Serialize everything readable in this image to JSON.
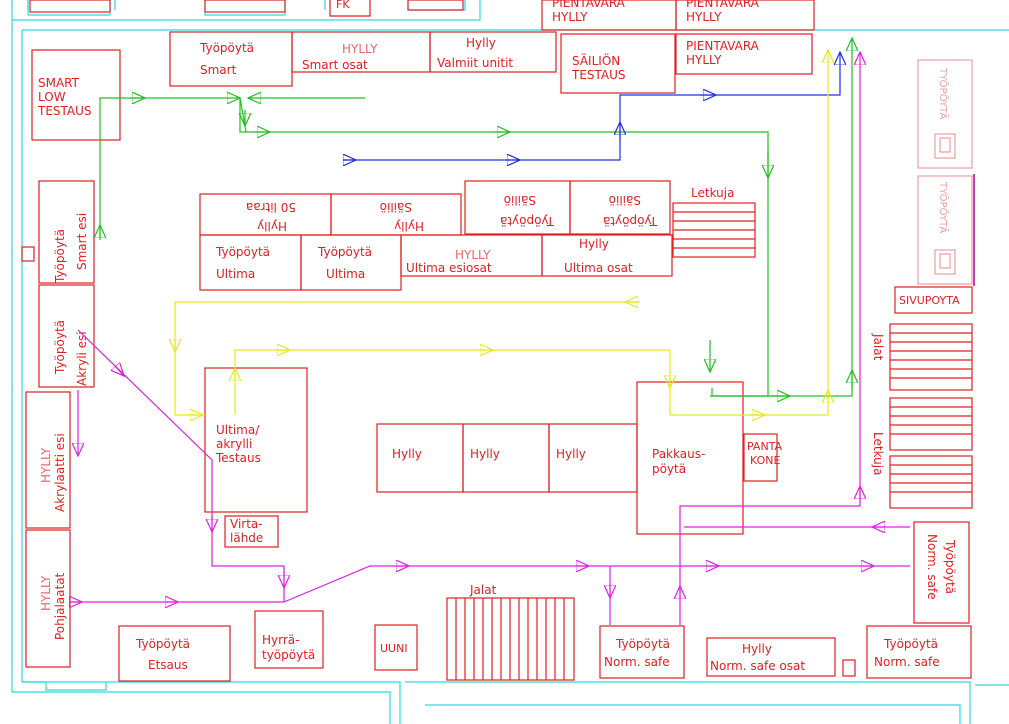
{
  "colors": {
    "wall": "#30d8e0",
    "furniture": "#e02020",
    "flow_green": "#20c020",
    "flow_blue": "#2030e0",
    "flow_yellow": "#e8e820",
    "flow_magenta": "#e020e0",
    "pale": "#e8a0a0"
  },
  "labels": {
    "pientavara_top1": [
      "PIENTAVARA",
      "HYLLY"
    ],
    "pientavara_top2": [
      "PIENTAVARA",
      "HYLLY"
    ],
    "pientavara_mid": [
      "PIENTAVARA",
      "HYLLY"
    ],
    "tyopoyta_smart": [
      "Työpöytä",
      "Smart"
    ],
    "hylly_smart_osat": [
      "HYLLY",
      "Smart osat"
    ],
    "hylly_valmiit": [
      "Hylly",
      "Valmiit unitit"
    ],
    "sailion_testaus": [
      "SÄILIÖN",
      "TESTAUS"
    ],
    "smart_low": [
      "SMART",
      "LOW",
      "TESTAUS"
    ],
    "tyopoyta_smart_esi": [
      "Työpöytä",
      "Smart esi"
    ],
    "tyopoyta_akryli_esi": [
      "Työpöytä",
      "Akryli esi"
    ],
    "hylly_akrylaatti": [
      "HYLLY",
      "Akrylaatti esi"
    ],
    "hylly_pohjalaatat": [
      "HYLLY",
      "Pohjalaatat"
    ],
    "hylly_50_litraa": [
      "Hylly",
      "50 litraa"
    ],
    "hylly_sailio": [
      "Hylly",
      "Säiliö"
    ],
    "tyopoyta_sailio_1": [
      "Työpöytä",
      "Säiliö"
    ],
    "tyopoyta_sailio_2": [
      "Työpöytä",
      "Säiliö"
    ],
    "letkuja_top": "Letkuja",
    "tyopoyta_ultima_1": [
      "Työpöytä",
      "Ultima"
    ],
    "tyopoyta_ultima_2": [
      "Työpöytä",
      "Ultima"
    ],
    "hylly_ultima_esiosat": [
      "HYLLY",
      "Ultima esiosat"
    ],
    "hylly_ultima_osat": [
      "Hylly",
      "Ultima osat"
    ],
    "ultima_akrylli_testaus": [
      "Ultima/",
      "akrylli",
      "Testaus"
    ],
    "virtalahde": [
      "Virta-",
      "lähde"
    ],
    "hylly_row": [
      "Hylly",
      "Hylly",
      "Hylly"
    ],
    "pakkauspoyta": [
      "Pakkaus-",
      "pöytä"
    ],
    "pantakone": [
      "PANTA",
      "KONE"
    ],
    "tyopoyta_right_1": "TYÖPÖYTÄ",
    "tyopoyta_right_2": "TYÖPÖYTÄ",
    "sivupoyta": "SIVUPOYTA",
    "jalat_right": "Jalat",
    "letkuja_right": "Letkuja",
    "tyopoyta_norm_safe_right": [
      "Työpöytä",
      "Norm. safe"
    ],
    "jalat_bottom": "Jalat",
    "tyopoyta_etsaus": [
      "Työpöytä",
      "Etsaus"
    ],
    "hyrratyopoyta": [
      "Hyrrä-",
      "työpöytä"
    ],
    "uuni": "UUNI",
    "tyopoyta_norm_safe_1": [
      "Työpöytä",
      "Norm. safe"
    ],
    "hylly_norm_safe_osat": [
      "Hylly",
      "Norm. safe osat"
    ],
    "tyopoyta_norm_safe_2": [
      "Työpöytä",
      "Norm. safe"
    ],
    "fragment_top_left": "FK"
  }
}
